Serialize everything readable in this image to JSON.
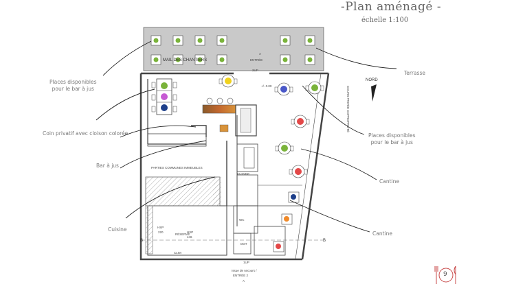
{
  "header": {
    "title": "-Plan aménagé -",
    "scale": "échelle 1:100"
  },
  "annotations": {
    "places_bar_left": [
      "Places disponibles",
      "pour le bar à jus"
    ],
    "coin_privatif": "Coin privatif avec cloison colorée",
    "bar_a_jus": "Bar à jus",
    "cuisine": "Cuisine",
    "terrasse": "Terrasse",
    "places_bar_right": [
      "Places disponibles",
      "pour le bar à jus"
    ],
    "cantine_1": "Cantine",
    "cantine_2": "Cantine"
  },
  "plan_labels": {
    "mail": "MAIL DES CHANTIERS",
    "entree": "ENTRÉE",
    "entree_level": "2UP",
    "a_top": "A",
    "a_bottom": "A",
    "nord": "NORD",
    "cour": "COURS PRIVÉE COPROPRIÉTÉ",
    "parties_communes": "PARTIES COMMUNES IMMEUBLES",
    "cuisine_plan": "CUISINE",
    "hsp_220": [
      "HSP",
      "220"
    ],
    "hsp_446": [
      "HSP",
      "446"
    ],
    "reserve": "RÉSERVE",
    "clim": "CLIM",
    "b_left": "B",
    "b_right": "B",
    "wc": "WC",
    "dgt": "DGT",
    "up_bottom": "1UP",
    "issue": [
      "Issue de secours /",
      "ENTRÉE 2"
    ],
    "level": "+/- 0.00"
  },
  "page": {
    "number": "9"
  },
  "colors": {
    "green": "#7ab33a",
    "yellow": "#f0d21e",
    "blue_dot": "#4a58c8",
    "navy_dot": "#1d3f8a",
    "purple_dot": "#c65ad3",
    "red_dot": "#e34848",
    "orange_dot": "#f08a2a",
    "terrace_gray": "#c9c9c9",
    "accent": "#c84a4a"
  }
}
